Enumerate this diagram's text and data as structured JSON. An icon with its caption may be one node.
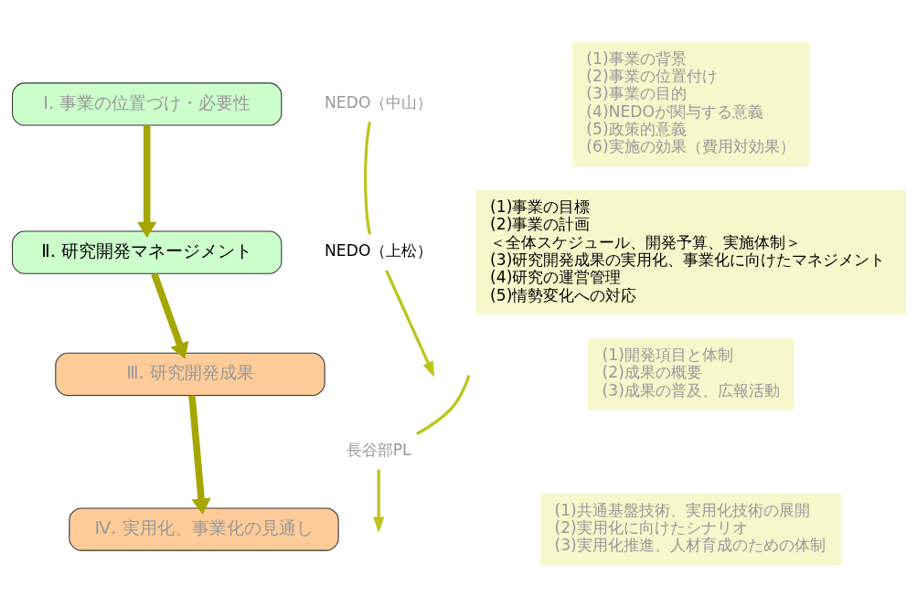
{
  "diagram": {
    "nodes": [
      {
        "text": [
          "Ⅰ. 事業の位置づけ・必要性"
        ]
      },
      {
        "text": [
          "Ⅱ. 研究開発マネージメント"
        ]
      },
      {
        "text": [
          "Ⅲ. 研究開発成果"
        ]
      },
      {
        "text": [
          "Ⅳ. 実用化、事業化の見通し"
        ]
      },
      {
        "text": [
          "NEDO（中山）"
        ]
      },
      {
        "text": [
          "NEDO（上松）"
        ]
      },
      {
        "text": [
          "長谷部PL"
        ]
      },
      {
        "text": [
          "(1)事業の背景",
          "(2)事業の位置付け",
          "(3)事業の目的",
          "(4)NEDOが関与する意義",
          "(5)政策的意義",
          "(6)実施の効果（費用対効果）"
        ]
      },
      {
        "text": [
          "(1)事業の目標",
          "(2)事業の計画",
          "＜全体スケジュール、開発予算、実施体制＞",
          "(3)研究開発成果の実用化、事業化に向けたマネジメント",
          "(4)研究の運営管理",
          "(5)情勢変化への対応"
        ]
      },
      {
        "text": [
          "(1)開発項目と体制",
          "(2)成果の概要",
          "(3)成果の普及、広報活動"
        ]
      },
      {
        "text": [
          "(1)共通基盤技術、実用化技術の展開",
          "(2)実用化に向けたシナリオ",
          "(3)実用化推進、人材育成のための体制"
        ]
      }
    ],
    "edges": [
      {
        "from": 0,
        "to": 1,
        "arrow": "to",
        "style": "thick",
        "color": "#a6a600"
      },
      {
        "from": 1,
        "to": 2,
        "arrow": "to",
        "style": "thick",
        "color": "#a6a600"
      },
      {
        "from": 2,
        "to": 3,
        "arrow": "to",
        "style": "thick",
        "color": "#a6a600"
      },
      {
        "from": 4,
        "to": 5,
        "arrow": "none"
      },
      {
        "from": 5,
        "to": null,
        "arrow": "to"
      },
      {
        "from": null,
        "to": 6,
        "arrow": "none"
      },
      {
        "from": 6,
        "to": null,
        "arrow": "to"
      }
    ]
  }
}
